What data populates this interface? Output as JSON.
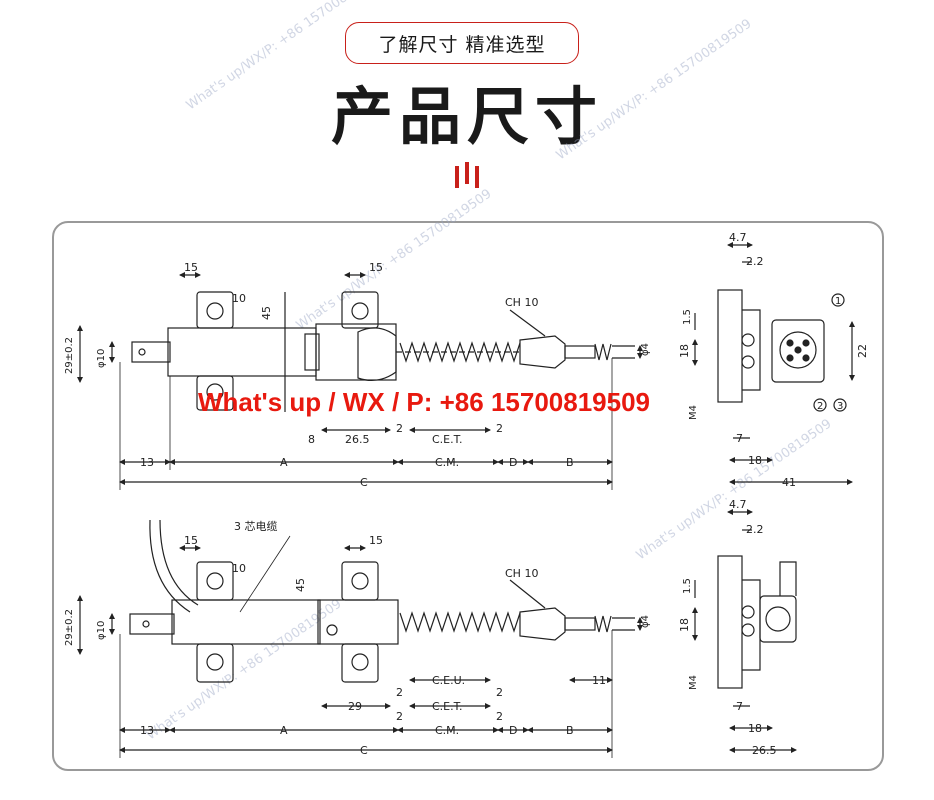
{
  "header": {
    "tagline": "了解尺寸 精准选型",
    "title": "产品尺寸"
  },
  "contact": "What's up / WX / P: +86 15700819509",
  "watermark": "What's up/WX/P: +86 15700819509",
  "colors": {
    "accent": "#c8201a",
    "contact": "#e8190f",
    "line": "#222222",
    "panel_border": "#999999"
  },
  "top_front_view": {
    "dims": {
      "mount_width_left": "15",
      "mount_width_right": "15",
      "mount_gap": "10",
      "height": "45",
      "outer_dia": "29±0.2",
      "rod_dia": "φ10",
      "hex": "CH 10",
      "tip_dia": "φ4",
      "gap_8": "8",
      "len_26_5": "26.5",
      "gap_2a": "2",
      "cet": "C.E.T.",
      "gap_2b": "2",
      "left_13": "13",
      "a": "A",
      "cm": "C.M.",
      "d": "D",
      "b": "B",
      "c": "C"
    }
  },
  "top_side_view": {
    "dims": {
      "w_4_7": "4.7",
      "w_2_2": "2.2",
      "h_1_5": "1.5",
      "h_18": "18",
      "h_22": "22",
      "m4": "M4",
      "w_7": "7",
      "w_18": "18",
      "w_41": "41",
      "pin1": "1",
      "pin2": "2",
      "pin3": "3"
    }
  },
  "bottom_front_view": {
    "dims": {
      "cable_label": "3 芯电缆",
      "mount_width_left": "15",
      "mount_width_right": "15",
      "mount_gap": "10",
      "height": "45",
      "outer_dia": "29±0.2",
      "rod_dia": "φ10",
      "hex": "CH 10",
      "tip_dia": "φ4",
      "ceu": "C.E.U.",
      "gap_2a": "2",
      "gap_2b": "2",
      "len_11": "11",
      "len_29": "29",
      "cet": "C.E.T.",
      "gap_2c": "2",
      "gap_2d": "2",
      "left_13": "13",
      "a": "A",
      "cm": "C.M.",
      "d": "D",
      "b": "B",
      "c": "C"
    }
  },
  "bottom_side_view": {
    "dims": {
      "w_4_7": "4.7",
      "w_2_2": "2.2",
      "h_1_5": "1.5",
      "h_18": "18",
      "m4": "M4",
      "w_7": "7",
      "w_18": "18",
      "w_26_5": "26.5"
    }
  }
}
